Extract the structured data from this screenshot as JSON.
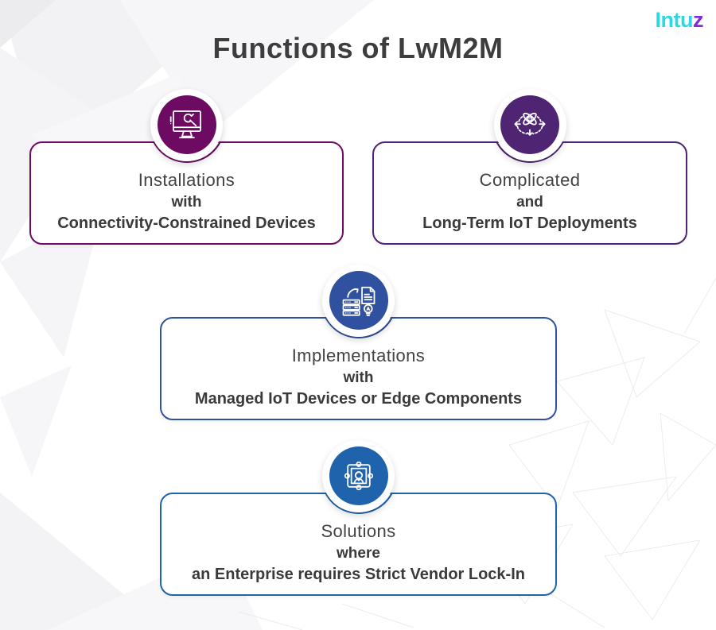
{
  "page": {
    "title": "Functions of LwM2M"
  },
  "logo": {
    "text_main": "Intu",
    "text_accent": "z"
  },
  "colors": {
    "title_text": "#3d3d3d",
    "body_text": "#3e3e3e",
    "logo_cyan": "#2bd9e5",
    "logo_purple": "#7b2ce0",
    "magenta": "#6d0b63",
    "violet": "#4e2473",
    "indigo": "#30519f",
    "blue": "#1f63ad"
  },
  "cards": [
    {
      "icon": "monitor-wrench-icon",
      "accent": "#6d0b63",
      "line1": "Installations",
      "line2": "with",
      "line3": "Connectivity-Constrained Devices"
    },
    {
      "icon": "atom-sync-arrows-icon",
      "accent": "#4e2473",
      "line1": "Complicated",
      "line2": "and",
      "line3": "Long-Term IoT Deployments"
    },
    {
      "icon": "server-document-bulb-icon",
      "accent": "#30519f",
      "line1": "Implementations",
      "line2": "with",
      "line3": "Managed IoT Devices or Edge Components"
    },
    {
      "icon": "vendor-lockin-puzzle-person-icon",
      "accent": "#1f63ad",
      "line1": "Solutions",
      "line2": "where",
      "line3": "an Enterprise requires Strict Vendor Lock-In"
    }
  ]
}
